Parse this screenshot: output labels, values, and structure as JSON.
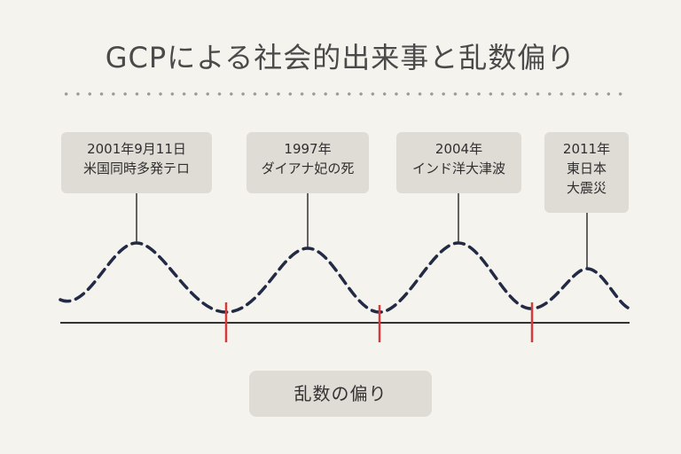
{
  "title": "GCPによる社会的出来事と乱数偏り",
  "events": [
    {
      "line1": "2001年9月11日",
      "line2": "米国同時多発テロ"
    },
    {
      "line1": "1997年",
      "line2": "ダイアナ妃の死"
    },
    {
      "line1": "2004年",
      "line2": "インド洋大津波"
    },
    {
      "line1": "2011年",
      "line2": "東日本",
      "line3": "大震災"
    }
  ],
  "xlabel": "乱数の偏り",
  "colors": {
    "background": "#f5f3ee",
    "curve": "#222a44",
    "marker": "#d63b3b",
    "box": "#dfdbd5",
    "axis": "#333333"
  }
}
